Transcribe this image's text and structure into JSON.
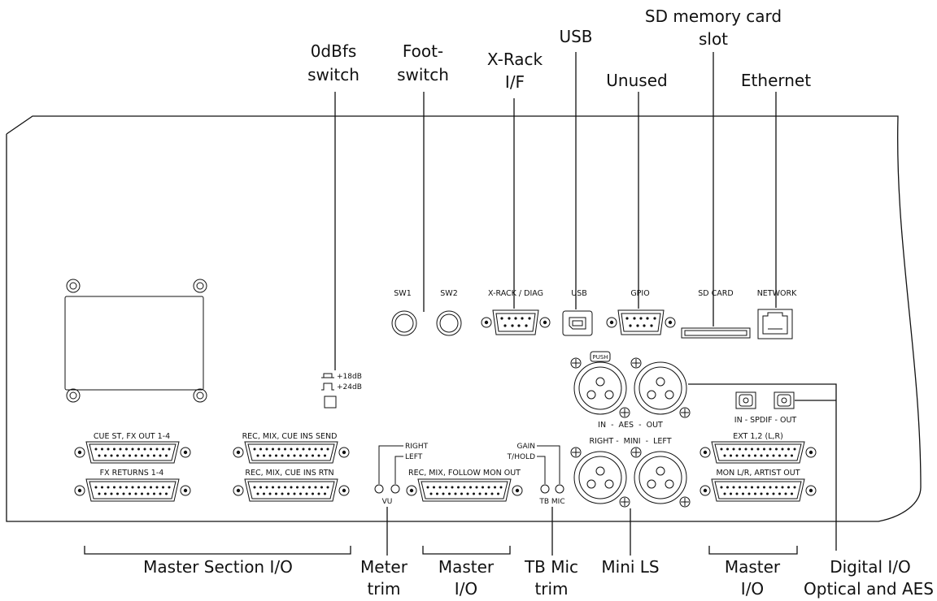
{
  "callouts": {
    "odbfs_line1": "0dBfs",
    "odbfs_line2": "switch",
    "footswitch_line1": "Foot-",
    "footswitch_line2": "switch",
    "xrack_line1": "X-Rack",
    "xrack_line2": "I/F",
    "usb": "USB",
    "unused": "Unused",
    "sd_line1": "SD memory card",
    "sd_line2": "slot",
    "ethernet": "Ethernet",
    "master_section_io": "Master Section I/O",
    "meter_trim_line1": "Meter",
    "meter_trim_line2": "trim",
    "master_io_left_line1": "Master",
    "master_io_left_line2": "I/O",
    "tb_mic_trim_line1": "TB Mic",
    "tb_mic_trim_line2": "trim",
    "mini_ls": "Mini LS",
    "master_io_right_line1": "Master",
    "master_io_right_line2": "I/O",
    "digital_io_line1": "Digital I/O",
    "digital_io_line2": "Optical and AES"
  },
  "panel_labels": {
    "sw1": "SW1",
    "sw2": "SW2",
    "xrack_diag": "X-RACK / DIAG",
    "usb": "USB",
    "gpio": "GPIO",
    "sd_card": "SD CARD",
    "network": "NETWORK",
    "plus18": "+18dB",
    "plus24": "+24dB",
    "cue_st": "CUE ST, FX OUT 1-4",
    "fx_returns": "FX RETURNS 1-4",
    "rec_send": "REC, MIX, CUE INS SEND",
    "rec_rtn": "REC, MIX, CUE INS RTN",
    "right": "RIGHT",
    "left": "LEFT",
    "vu": "VU",
    "follow_mon": "REC, MIX, FOLLOW MON OUT",
    "gain": "GAIN",
    "thold": "T/HOLD",
    "tb_mic": "TB MIC",
    "push": "PUSH",
    "aes": "IN  -  AES  -  OUT",
    "spdif": "IN - SPDIF - OUT",
    "mini": "RIGHT -  MINI  -  LEFT",
    "ext": "EXT 1,2 (L,R)",
    "mon": "MON L/R, ARTIST OUT"
  }
}
